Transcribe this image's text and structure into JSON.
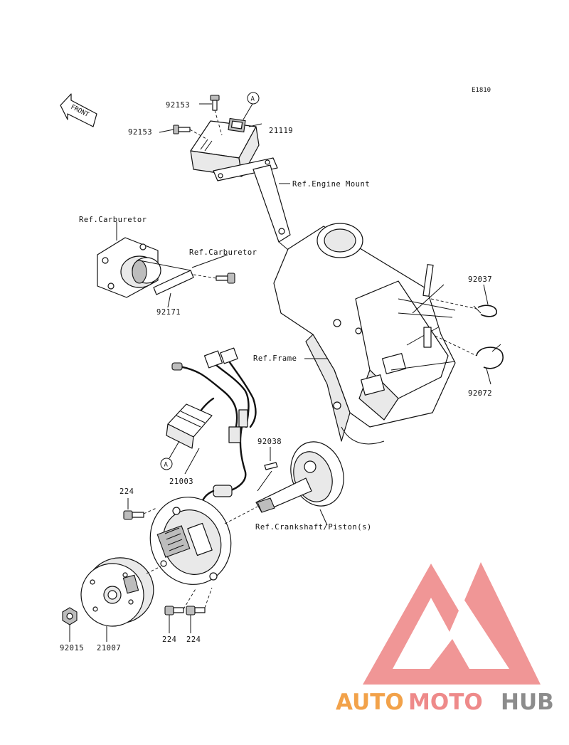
{
  "diagram_code": "E1810",
  "front_label": "FRONT",
  "ref_marker": "A",
  "labels": {
    "p92153_top": "92153",
    "p92153_left": "92153",
    "p21119": "21119",
    "engine_mount": "Ref.Engine Mount",
    "carb_left": "Ref.Carburetor",
    "carb_right": "Ref.Carburetor",
    "p92171": "92171",
    "p92037": "92037",
    "frame": "Ref.Frame",
    "p92072": "92072",
    "p92038": "92038",
    "p21003": "21003",
    "p224_top": "224",
    "crankshaft": "Ref.Crankshaft/Piston(s)",
    "p224_a": "224",
    "p224_b": "224",
    "p92015": "92015",
    "p21007": "21007"
  },
  "watermark": {
    "part1": "AUTO",
    "part2": "MOTO",
    "part3": "HUB",
    "color1": "#f2a24a",
    "color2": "#ee8a8a",
    "color3": "#8c8c8c",
    "logo_color": "#ef8b8b"
  }
}
